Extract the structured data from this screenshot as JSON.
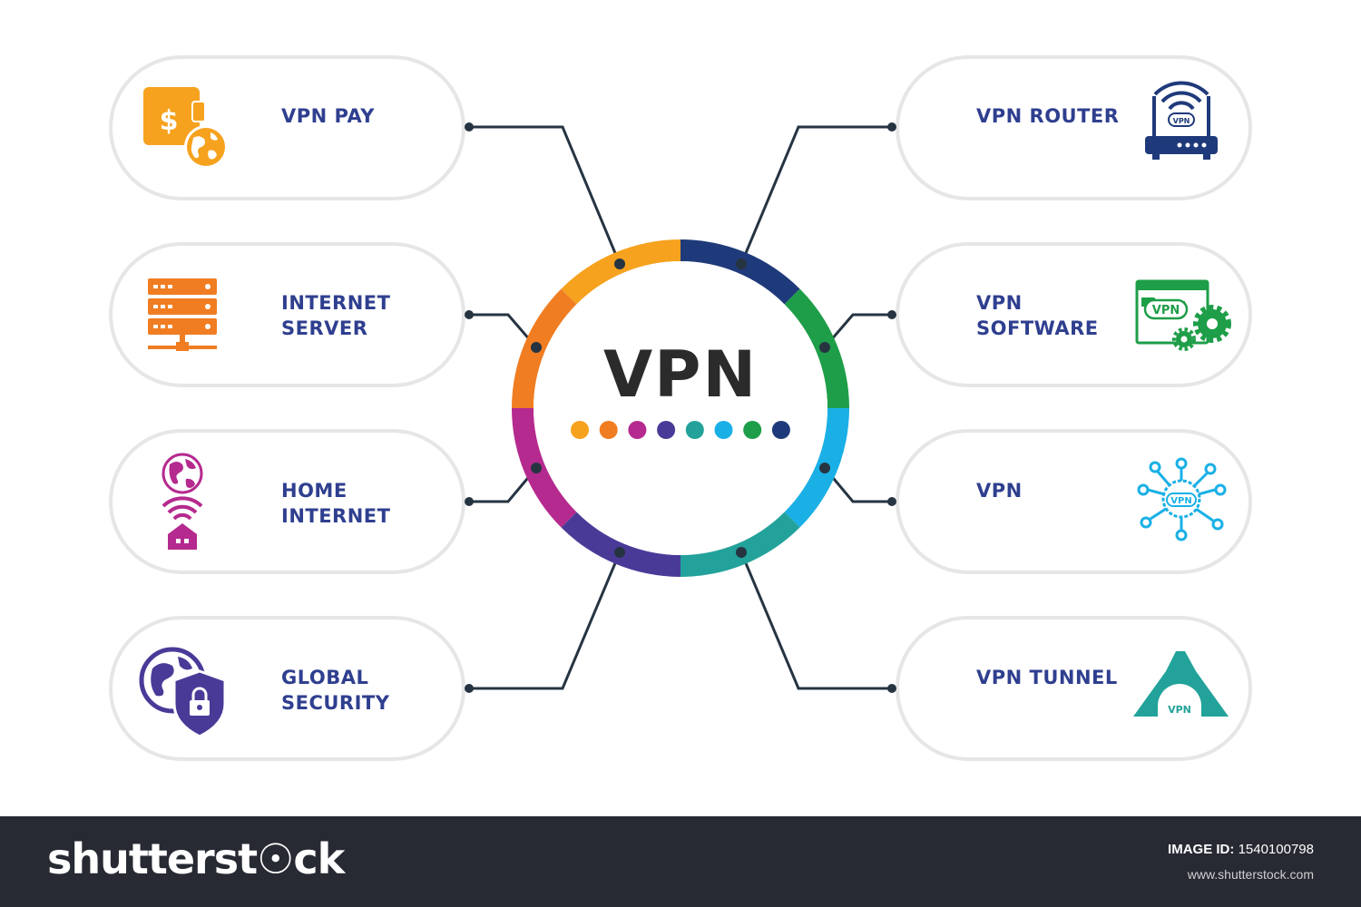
{
  "center": {
    "title": "VPN",
    "ring_colors": [
      "#f6a21e",
      "#1f3a7a",
      "#1e9e48",
      "#1ab0e6",
      "#22a29a",
      "#4a3a98",
      "#b52a8e",
      "#f07d22"
    ],
    "dot_colors": [
      "#f6a21e",
      "#f07d22",
      "#b52a8e",
      "#4a3a98",
      "#22a29a",
      "#1ab0e6",
      "#1e9e48",
      "#1f3a7a"
    ]
  },
  "items": [
    {
      "lines": [
        "VPN PAY"
      ],
      "icon": "wallet-globe-icon",
      "color": "#f6a21e",
      "side": "left"
    },
    {
      "lines": [
        "INTERNET",
        "SERVER"
      ],
      "icon": "server-icon",
      "color": "#f07d22",
      "side": "left"
    },
    {
      "lines": [
        "HOME",
        "INTERNET"
      ],
      "icon": "home-internet-icon",
      "color": "#b52a8e",
      "side": "left"
    },
    {
      "lines": [
        "GLOBAL",
        "SECURITY"
      ],
      "icon": "globe-shield-icon",
      "color": "#4a3a98",
      "side": "left"
    },
    {
      "lines": [
        "VPN ROUTER"
      ],
      "icon": "router-icon",
      "color": "#1f3a7a",
      "side": "right"
    },
    {
      "lines": [
        "VPN",
        "SOFTWARE"
      ],
      "icon": "software-gears-icon",
      "color": "#1e9e48",
      "side": "right"
    },
    {
      "lines": [
        "VPN"
      ],
      "icon": "vpn-network-icon",
      "color": "#1ab0e6",
      "side": "right"
    },
    {
      "lines": [
        "VPN TUNNEL"
      ],
      "icon": "tunnel-icon",
      "color": "#22a29a",
      "side": "right"
    }
  ],
  "icon_text": {
    "dollar": "$",
    "vpn": "VPN"
  },
  "footer": {
    "brand": "shutterst☉ck",
    "image_id_label": "IMAGE ID:",
    "image_id": "1540100798",
    "url": "www.shutterstock.com"
  }
}
